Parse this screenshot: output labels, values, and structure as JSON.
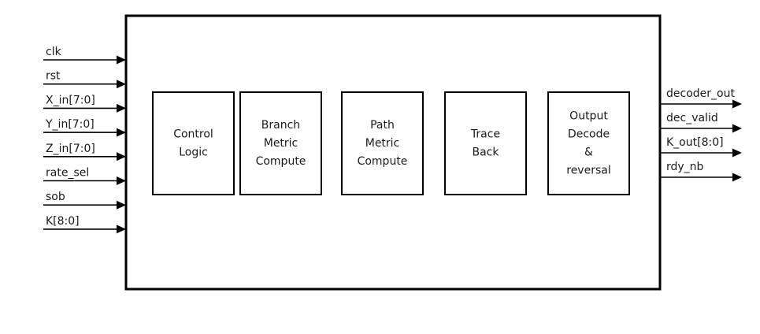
{
  "inputs": [
    "clk",
    "rst",
    "X_in[7:0]",
    "Y_in[7:0]",
    "Z_in[7:0]",
    "rate_sel",
    "sob",
    "K[8:0]"
  ],
  "outputs": [
    "decoder_out",
    "dec_valid",
    "K_out[8:0]",
    "rdy_nb"
  ],
  "blocks": [
    {
      "id": "control-logic",
      "lines": [
        "Control",
        "Logic"
      ]
    },
    {
      "id": "branch-metric-compute",
      "lines": [
        "Branch",
        "Metric",
        "Compute"
      ]
    },
    {
      "id": "path-metric-compute",
      "lines": [
        "Path",
        "Metric",
        "Compute"
      ]
    },
    {
      "id": "trace-back",
      "lines": [
        "Trace",
        "Back"
      ]
    },
    {
      "id": "output-decode-reversal",
      "lines": [
        "Output",
        "Decode",
        "&",
        "reversal"
      ]
    }
  ],
  "colors": {
    "stroke": "#000000",
    "text": "#1a1a1a",
    "background": "#ffffff"
  }
}
